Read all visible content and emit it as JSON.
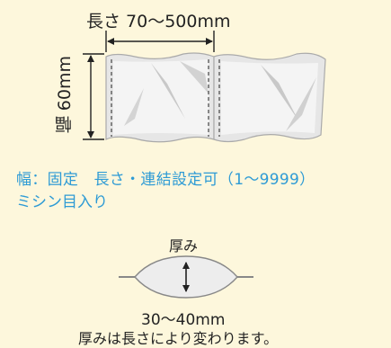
{
  "dimensions": {
    "length_label": "長さ 70～500mm",
    "width_label": "幅 60mm"
  },
  "description": {
    "line1": "幅：固定　長さ・連結設定可（1～9999）",
    "line2": "ミシン目入り"
  },
  "thickness": {
    "label": "厚み",
    "range": "30～40mm",
    "note": "厚みは長さにより変わります。"
  },
  "colors": {
    "background": "#fdf7dc",
    "accent_text": "#2e9bd5"
  }
}
